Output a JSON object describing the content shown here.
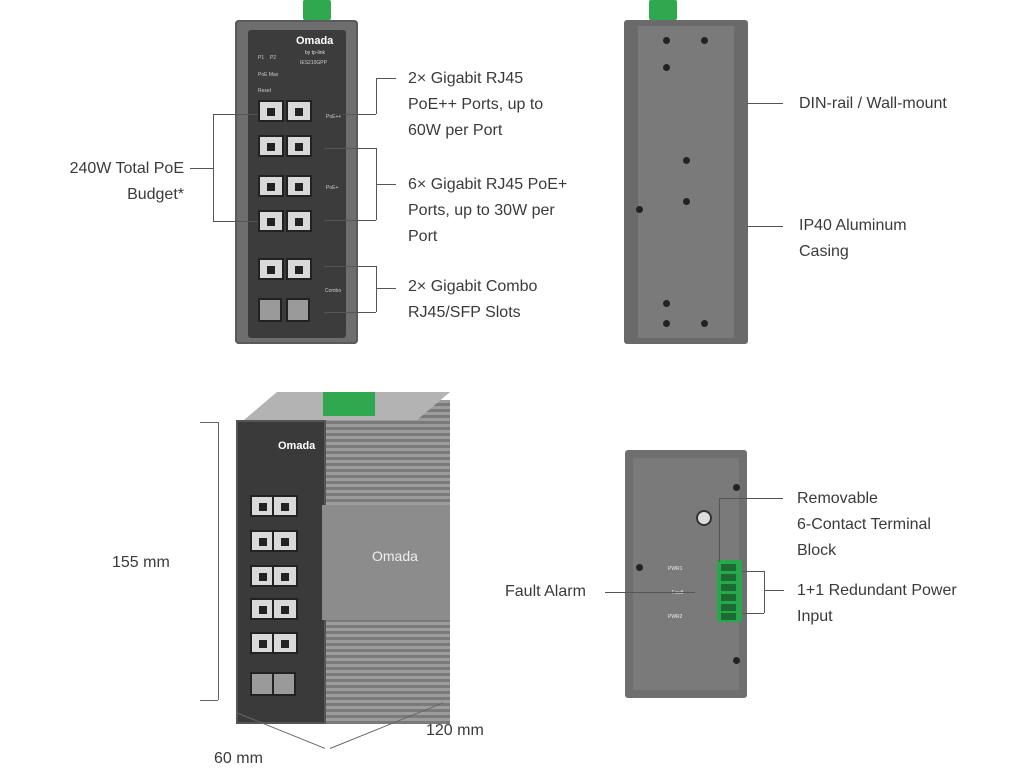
{
  "front": {
    "brand": "Omada",
    "brand_sub": "by tp-link",
    "model": "IES210GPP",
    "led_p1": "P1",
    "led_p2": "P2",
    "led_poe_max": "PoE Max",
    "reset": "Reset",
    "poe_plus_plus": "PoE++",
    "poe_plus": "PoE+",
    "combo": "Combo"
  },
  "callouts": {
    "total_poe": [
      "240W Total PoE",
      "Budget*"
    ],
    "poepp_ports": [
      "2× Gigabit RJ45",
      "PoE++ Ports, up to",
      "60W per Port"
    ],
    "poep_ports": [
      "6× Gigabit RJ45 PoE+",
      "Ports, up to 30W per",
      "Port"
    ],
    "combo_slots": [
      "2× Gigabit Combo",
      "RJ45/SFP Slots"
    ],
    "din_rail": "DIN-rail / Wall-mount",
    "ip40": [
      "IP40 Aluminum",
      "Casing"
    ],
    "terminal_block": [
      "Removable",
      "6-Contact Terminal",
      "Block"
    ],
    "fault_alarm": "Fault Alarm",
    "redundant_power": [
      "1+1 Redundant Power",
      "Input"
    ]
  },
  "dimensions": {
    "height": "155  mm",
    "depth": "120 mm",
    "width": "60 mm"
  },
  "side_panel": {
    "pwr1": "PWR1",
    "fault": "Fault",
    "pwr2": "PWR2"
  },
  "colors": {
    "terminal_green": "#2fa84f",
    "casing_gray": "#6e6e6e"
  }
}
